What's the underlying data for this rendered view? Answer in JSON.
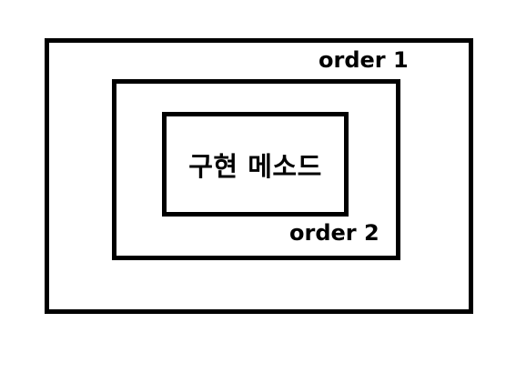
{
  "diagram": {
    "outer": {
      "label": "order 1"
    },
    "middle": {
      "label": "order 2"
    },
    "inner": {
      "label": "구현 메소드"
    }
  }
}
